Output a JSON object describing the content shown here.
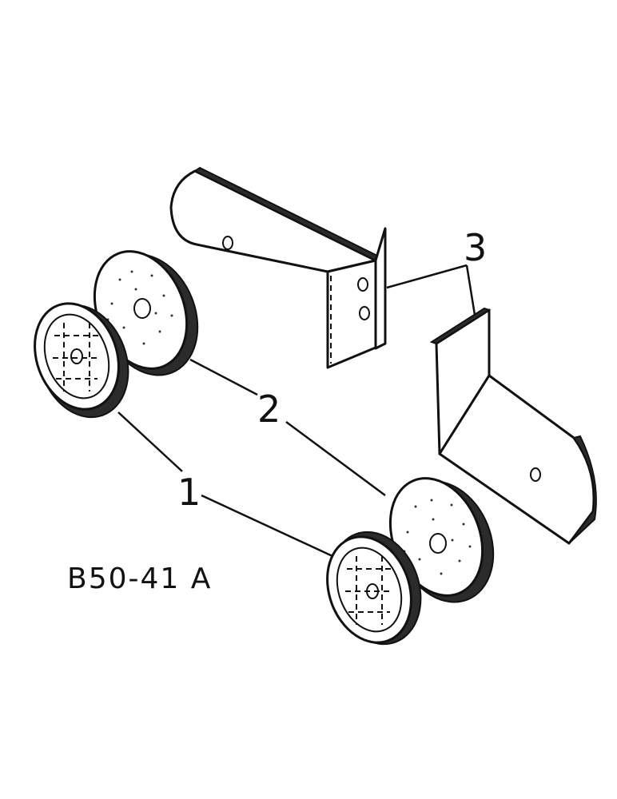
{
  "figure_id": "B50-41 A",
  "callouts": {
    "one": "1",
    "two": "2",
    "three": "3"
  },
  "colors": {
    "ink": "#111111",
    "paper": "#ffffff"
  }
}
